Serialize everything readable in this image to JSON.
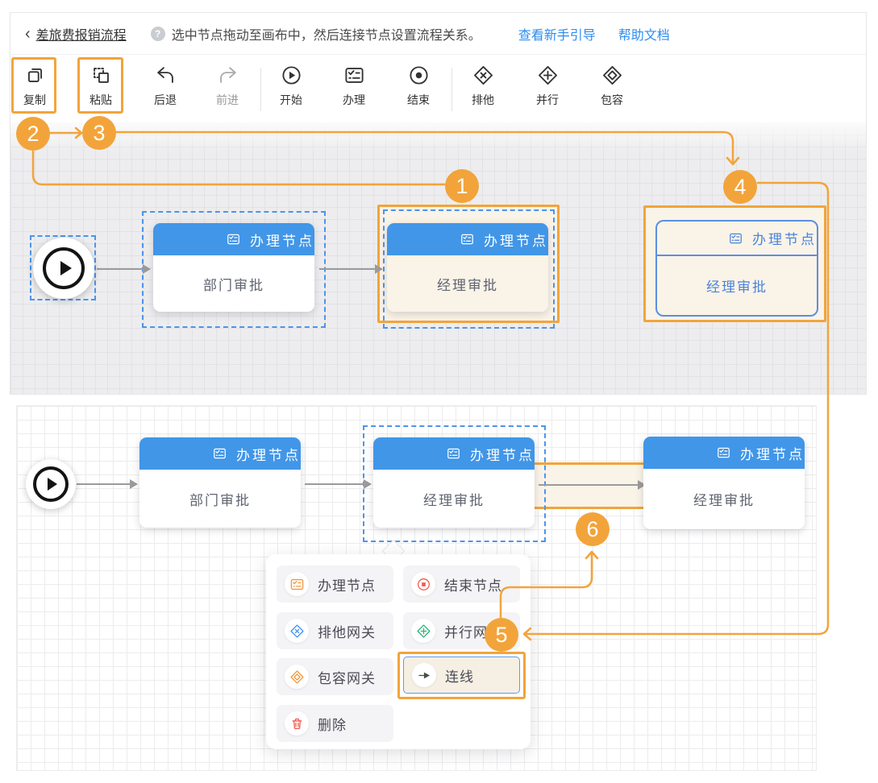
{
  "header": {
    "back_icon": "‹",
    "title": "差旅费报销流程",
    "help_icon": "?",
    "hint": "选中节点拖动至画布中，然后连接节点设置流程关系。",
    "guide_link": "查看新手引导",
    "docs_link": "帮助文档"
  },
  "toolbar": {
    "copy": "复制",
    "paste": "粘贴",
    "undo": "后退",
    "redo": "前进",
    "start": "开始",
    "task": "办理",
    "end": "结束",
    "exclusive": "排他",
    "parallel": "并行",
    "inclusive": "包容"
  },
  "badges": {
    "b1": "1",
    "b2": "2",
    "b3": "3",
    "b4": "4",
    "b5": "5",
    "b6": "6"
  },
  "flow_top": {
    "node_dept": {
      "title": "办理节点",
      "name": "部门审批"
    },
    "node_mgr": {
      "title": "办理节点",
      "name": "经理审批"
    },
    "node_paste": {
      "title": "办理节点",
      "name": "经理审批"
    }
  },
  "flow_bottom": {
    "node_dept": {
      "title": "办理节点",
      "name": "部门审批"
    },
    "node_mgr": {
      "title": "办理节点",
      "name": "经理审批"
    },
    "node_mgr2": {
      "title": "办理节点",
      "name": "经理审批"
    }
  },
  "context_menu": {
    "task": "办理节点",
    "end": "结束节点",
    "exclusive": "排他网关",
    "parallel": "并行网关",
    "inclusive": "包容网关",
    "connect": "连线",
    "delete": "删除"
  },
  "colors": {
    "accent_orange": "#f2a43b",
    "node_blue": "#4196e8",
    "link_blue": "#2d8cf0",
    "selection_blue": "#4d94eb",
    "ghost_blue": "#5b8fe0",
    "highlight_cream": "#faf3e8"
  }
}
